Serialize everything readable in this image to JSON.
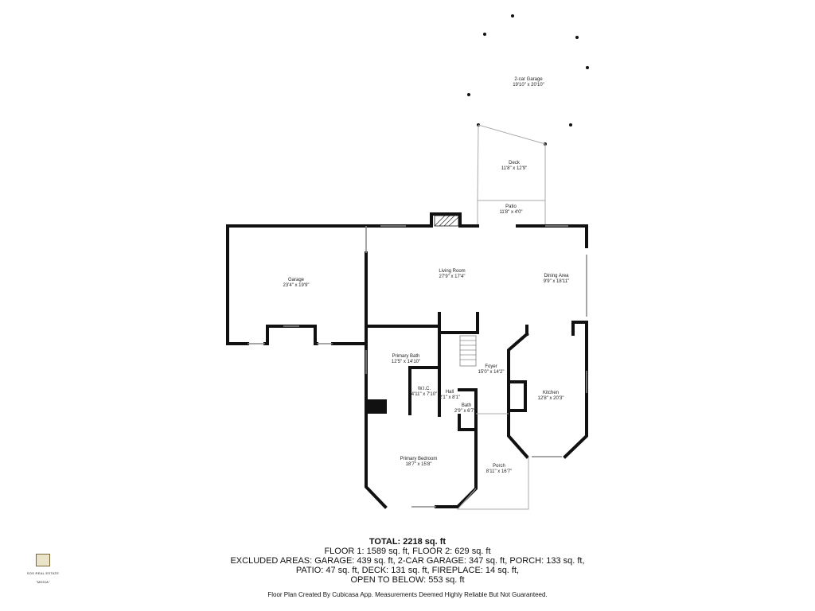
{
  "rooms": {
    "two_car_garage": {
      "name": "2-car Garage",
      "dims": "19'10\" x 20'10\""
    },
    "deck": {
      "name": "Deck",
      "dims": "11'8\" x 12'9\""
    },
    "patio": {
      "name": "Patio",
      "dims": "11'8\" x 4'0\""
    },
    "living_room": {
      "name": "Living Room",
      "dims": "27'9\" x 17'4\""
    },
    "dining_area": {
      "name": "Dining Area",
      "dims": "9'9\" x 18'11\""
    },
    "garage": {
      "name": "Garage",
      "dims": "23'4\" x 19'9\""
    },
    "primary_bath": {
      "name": "Primary Bath",
      "dims": "12'5\" x 14'10\""
    },
    "foyer": {
      "name": "Foyer",
      "dims": "15'0\" x 14'2\""
    },
    "wic": {
      "name": "W.I.C.",
      "dims": "4'11\" x 7'10\""
    },
    "hall": {
      "name": "Hall",
      "dims": "2'1\" x 8'1\""
    },
    "bath": {
      "name": "Bath",
      "dims": "2'9\" x 6'7\""
    },
    "kitchen": {
      "name": "Kitchen",
      "dims": "12'8\" x 20'3\""
    },
    "primary_bedroom": {
      "name": "Primary Bedroom",
      "dims": "18'7\" x 15'8\""
    },
    "porch": {
      "name": "Porch",
      "dims": "8'11\" x 16'7\""
    }
  },
  "summary": {
    "total": "TOTAL: 2218 sq. ft",
    "line1": "FLOOR 1: 1589 sq. ft, FLOOR 2: 629 sq. ft",
    "line2": "EXCLUDED AREAS: GARAGE: 439 sq. ft, 2-CAR GARAGE: 347 sq. ft, PORCH: 133 sq. ft,",
    "line3": "PATIO: 47 sq. ft, DECK: 131 sq. ft, FIREPLACE: 14 sq. ft,",
    "line4": "OPEN TO BELOW: 553 sq. ft",
    "disclaimer": "Floor Plan Created By Cubicasa App. Measurements Deemed Highly Reliable But Not Guaranteed."
  },
  "logo": {
    "line1": "SOS REAL ESTATE",
    "line2": "\"MEDIA\""
  }
}
